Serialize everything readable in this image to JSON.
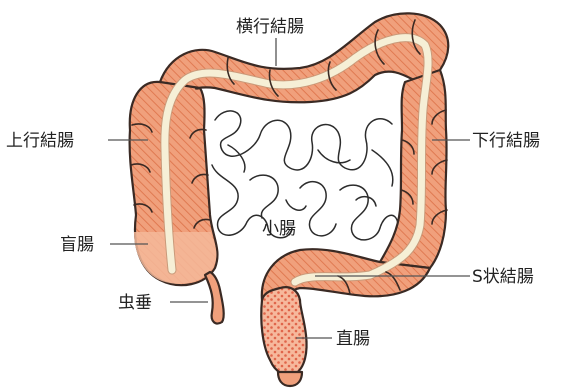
{
  "labels": {
    "transverse_colon": "横行結腸",
    "ascending_colon": "上行結腸",
    "descending_colon": "下行結腸",
    "small_intestine": "小腸",
    "cecum": "盲腸",
    "sigmoid_colon": "S状結腸",
    "appendix": "虫垂",
    "rectum": "直腸"
  },
  "colors": {
    "colon_fill": "#f0a07c",
    "colon_hatch": "#e07a52",
    "cecum_fill": "#f5b89a",
    "rectum_dots": "#e0654a",
    "outline": "#3a2a24"
  }
}
